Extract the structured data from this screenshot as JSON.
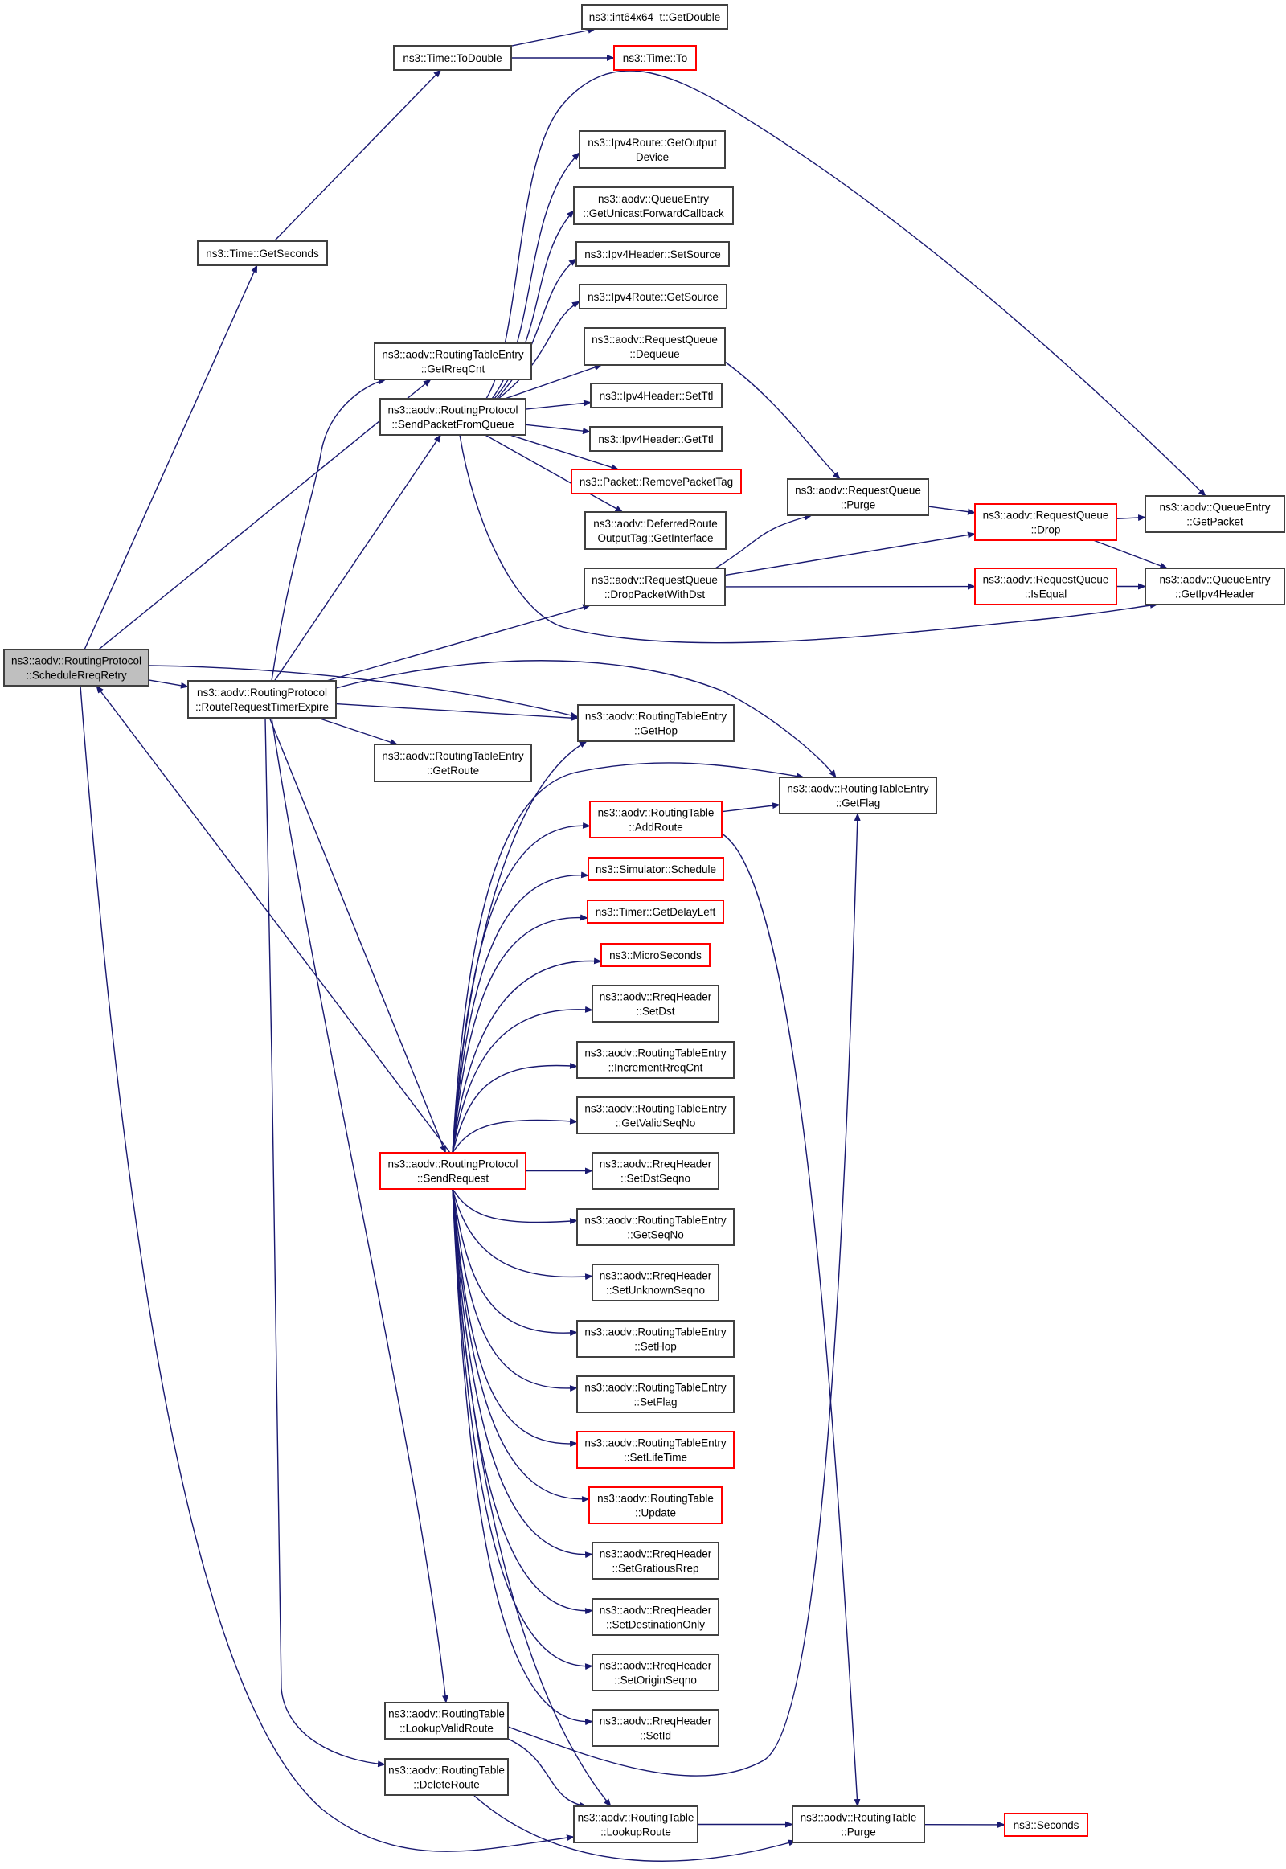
{
  "diagram": {
    "title": "Call graph of ns3::aodv::RoutingProtocol::ScheduleRreqRetry",
    "colors": {
      "edge": "#191970",
      "node_border_normal": "#404040",
      "node_border_truncated": "#ff0000",
      "root_fill": "#bfbfbf",
      "node_fill": "#ffffff"
    },
    "nodes": [
      {
        "id": "getdouble",
        "lines": [
          "ns3::int64x64_t::GetDouble"
        ],
        "kind": "normal"
      },
      {
        "id": "todouble",
        "lines": [
          "ns3::Time::ToDouble"
        ],
        "kind": "normal"
      },
      {
        "id": "timeto",
        "lines": [
          "ns3::Time::To"
        ],
        "kind": "truncated"
      },
      {
        "id": "getseconds",
        "lines": [
          "ns3::Time::GetSeconds"
        ],
        "kind": "normal"
      },
      {
        "id": "getoutputdevice",
        "lines": [
          "ns3::Ipv4Route::GetOutput",
          "Device"
        ],
        "kind": "normal"
      },
      {
        "id": "getunicastfwd",
        "lines": [
          "ns3::aodv::QueueEntry",
          "::GetUnicastForwardCallback"
        ],
        "kind": "normal"
      },
      {
        "id": "setsource",
        "lines": [
          "ns3::Ipv4Header::SetSource"
        ],
        "kind": "normal"
      },
      {
        "id": "getsource",
        "lines": [
          "ns3::Ipv4Route::GetSource"
        ],
        "kind": "normal"
      },
      {
        "id": "dequeue",
        "lines": [
          "ns3::aodv::RequestQueue",
          "::Dequeue"
        ],
        "kind": "normal"
      },
      {
        "id": "setttl",
        "lines": [
          "ns3::Ipv4Header::SetTtl"
        ],
        "kind": "normal"
      },
      {
        "id": "getttl",
        "lines": [
          "ns3::Ipv4Header::GetTtl"
        ],
        "kind": "normal"
      },
      {
        "id": "removepackettag",
        "lines": [
          "ns3::Packet::RemovePacketTag"
        ],
        "kind": "truncated"
      },
      {
        "id": "getinterface",
        "lines": [
          "ns3::aodv::DeferredRoute",
          "OutputTag::GetInterface"
        ],
        "kind": "normal"
      },
      {
        "id": "getrreqcnt",
        "lines": [
          "ns3::aodv::RoutingTableEntry",
          "::GetRreqCnt"
        ],
        "kind": "normal"
      },
      {
        "id": "sendpacketfromqueue",
        "lines": [
          "ns3::aodv::RoutingProtocol",
          "::SendPacketFromQueue"
        ],
        "kind": "normal"
      },
      {
        "id": "rqpurge",
        "lines": [
          "ns3::aodv::RequestQueue",
          "::Purge"
        ],
        "kind": "normal"
      },
      {
        "id": "rqdrop",
        "lines": [
          "ns3::aodv::RequestQueue",
          "::Drop"
        ],
        "kind": "truncated"
      },
      {
        "id": "getpacket",
        "lines": [
          "ns3::aodv::QueueEntry",
          "::GetPacket"
        ],
        "kind": "normal"
      },
      {
        "id": "droppacketwithdst",
        "lines": [
          "ns3::aodv::RequestQueue",
          "::DropPacketWithDst"
        ],
        "kind": "normal"
      },
      {
        "id": "isequal",
        "lines": [
          "ns3::aodv::RequestQueue",
          "::IsEqual"
        ],
        "kind": "truncated"
      },
      {
        "id": "getipv4header",
        "lines": [
          "ns3::aodv::QueueEntry",
          "::GetIpv4Header"
        ],
        "kind": "normal"
      },
      {
        "id": "schedulerreqretry",
        "lines": [
          "ns3::aodv::RoutingProtocol",
          "::ScheduleRreqRetry"
        ],
        "kind": "root"
      },
      {
        "id": "routerequesttimerexpire",
        "lines": [
          "ns3::aodv::RoutingProtocol",
          "::RouteRequestTimerExpire"
        ],
        "kind": "normal"
      },
      {
        "id": "gethop",
        "lines": [
          "ns3::aodv::RoutingTableEntry",
          "::GetHop"
        ],
        "kind": "normal"
      },
      {
        "id": "getroute",
        "lines": [
          "ns3::aodv::RoutingTableEntry",
          "::GetRoute"
        ],
        "kind": "normal"
      },
      {
        "id": "getflag",
        "lines": [
          "ns3::aodv::RoutingTableEntry",
          "::GetFlag"
        ],
        "kind": "normal"
      },
      {
        "id": "addroute",
        "lines": [
          "ns3::aodv::RoutingTable",
          "::AddRoute"
        ],
        "kind": "truncated"
      },
      {
        "id": "simschedule",
        "lines": [
          "ns3::Simulator::Schedule"
        ],
        "kind": "truncated"
      },
      {
        "id": "getdelayleft",
        "lines": [
          "ns3::Timer::GetDelayLeft"
        ],
        "kind": "truncated"
      },
      {
        "id": "microseconds",
        "lines": [
          "ns3::MicroSeconds"
        ],
        "kind": "truncated"
      },
      {
        "id": "setdst",
        "lines": [
          "ns3::aodv::RreqHeader",
          "::SetDst"
        ],
        "kind": "normal"
      },
      {
        "id": "incrementrreqcnt",
        "lines": [
          "ns3::aodv::RoutingTableEntry",
          "::IncrementRreqCnt"
        ],
        "kind": "normal"
      },
      {
        "id": "getvalidseqno",
        "lines": [
          "ns3::aodv::RoutingTableEntry",
          "::GetValidSeqNo"
        ],
        "kind": "normal"
      },
      {
        "id": "setdstseqno",
        "lines": [
          "ns3::aodv::RreqHeader",
          "::SetDstSeqno"
        ],
        "kind": "normal"
      },
      {
        "id": "getseqno",
        "lines": [
          "ns3::aodv::RoutingTableEntry",
          "::GetSeqNo"
        ],
        "kind": "normal"
      },
      {
        "id": "setunknownseqno",
        "lines": [
          "ns3::aodv::RreqHeader",
          "::SetUnknownSeqno"
        ],
        "kind": "normal"
      },
      {
        "id": "sethop",
        "lines": [
          "ns3::aodv::RoutingTableEntry",
          "::SetHop"
        ],
        "kind": "normal"
      },
      {
        "id": "setflag",
        "lines": [
          "ns3::aodv::RoutingTableEntry",
          "::SetFlag"
        ],
        "kind": "normal"
      },
      {
        "id": "setlifetime",
        "lines": [
          "ns3::aodv::RoutingTableEntry",
          "::SetLifeTime"
        ],
        "kind": "truncated"
      },
      {
        "id": "rtupdate",
        "lines": [
          "ns3::aodv::RoutingTable",
          "::Update"
        ],
        "kind": "truncated"
      },
      {
        "id": "setgratiousrrep",
        "lines": [
          "ns3::aodv::RreqHeader",
          "::SetGratiousRrep"
        ],
        "kind": "normal"
      },
      {
        "id": "setdestinationonly",
        "lines": [
          "ns3::aodv::RreqHeader",
          "::SetDestinationOnly"
        ],
        "kind": "normal"
      },
      {
        "id": "setoriginseqno",
        "lines": [
          "ns3::aodv::RreqHeader",
          "::SetOriginSeqno"
        ],
        "kind": "normal"
      },
      {
        "id": "setid",
        "lines": [
          "ns3::aodv::RreqHeader",
          "::SetId"
        ],
        "kind": "normal"
      },
      {
        "id": "sendrequest",
        "lines": [
          "ns3::aodv::RoutingProtocol",
          "::SendRequest"
        ],
        "kind": "truncated"
      },
      {
        "id": "lookupvalidroute",
        "lines": [
          "ns3::aodv::RoutingTable",
          "::LookupValidRoute"
        ],
        "kind": "normal"
      },
      {
        "id": "deleteroute",
        "lines": [
          "ns3::aodv::RoutingTable",
          "::DeleteRoute"
        ],
        "kind": "normal"
      },
      {
        "id": "lookuproute",
        "lines": [
          "ns3::aodv::RoutingTable",
          "::LookupRoute"
        ],
        "kind": "normal"
      },
      {
        "id": "rtpurge",
        "lines": [
          "ns3::aodv::RoutingTable",
          "::Purge"
        ],
        "kind": "normal"
      },
      {
        "id": "seconds",
        "lines": [
          "ns3::Seconds"
        ],
        "kind": "truncated"
      }
    ],
    "edges": [
      [
        "todouble",
        "getdouble"
      ],
      [
        "todouble",
        "timeto"
      ],
      [
        "getseconds",
        "todouble"
      ],
      [
        "schedulerreqretry",
        "getseconds"
      ],
      [
        "schedulerreqretry",
        "getrreqcnt"
      ],
      [
        "schedulerreqretry",
        "routerequesttimerexpire"
      ],
      [
        "schedulerreqretry",
        "gethop"
      ],
      [
        "schedulerreqretry",
        "lookuproute"
      ],
      [
        "routerequesttimerexpire",
        "getrreqcnt"
      ],
      [
        "routerequesttimerexpire",
        "sendpacketfromqueue"
      ],
      [
        "routerequesttimerexpire",
        "droppacketwithdst"
      ],
      [
        "routerequesttimerexpire",
        "getflag"
      ],
      [
        "routerequesttimerexpire",
        "gethop"
      ],
      [
        "routerequesttimerexpire",
        "getroute"
      ],
      [
        "routerequesttimerexpire",
        "sendrequest"
      ],
      [
        "routerequesttimerexpire",
        "lookupvalidroute"
      ],
      [
        "routerequesttimerexpire",
        "deleteroute"
      ],
      [
        "sendpacketfromqueue",
        "getpacket"
      ],
      [
        "sendpacketfromqueue",
        "getoutputdevice"
      ],
      [
        "sendpacketfromqueue",
        "getunicastfwd"
      ],
      [
        "sendpacketfromqueue",
        "setsource"
      ],
      [
        "sendpacketfromqueue",
        "getsource"
      ],
      [
        "sendpacketfromqueue",
        "dequeue"
      ],
      [
        "sendpacketfromqueue",
        "setttl"
      ],
      [
        "sendpacketfromqueue",
        "getttl"
      ],
      [
        "sendpacketfromqueue",
        "removepackettag"
      ],
      [
        "sendpacketfromqueue",
        "getinterface"
      ],
      [
        "sendpacketfromqueue",
        "getipv4header"
      ],
      [
        "dequeue",
        "rqpurge"
      ],
      [
        "rqpurge",
        "rqdrop"
      ],
      [
        "rqdrop",
        "getpacket"
      ],
      [
        "rqdrop",
        "getipv4header"
      ],
      [
        "droppacketwithdst",
        "rqpurge"
      ],
      [
        "droppacketwithdst",
        "rqdrop"
      ],
      [
        "droppacketwithdst",
        "isequal"
      ],
      [
        "isequal",
        "getipv4header"
      ],
      [
        "sendrequest",
        "schedulerreqretry"
      ],
      [
        "sendrequest",
        "gethop"
      ],
      [
        "sendrequest",
        "getflag"
      ],
      [
        "sendrequest",
        "addroute"
      ],
      [
        "sendrequest",
        "simschedule"
      ],
      [
        "sendrequest",
        "getdelayleft"
      ],
      [
        "sendrequest",
        "microseconds"
      ],
      [
        "sendrequest",
        "setdst"
      ],
      [
        "sendrequest",
        "incrementrreqcnt"
      ],
      [
        "sendrequest",
        "getvalidseqno"
      ],
      [
        "sendrequest",
        "setdstseqno"
      ],
      [
        "sendrequest",
        "getseqno"
      ],
      [
        "sendrequest",
        "setunknownseqno"
      ],
      [
        "sendrequest",
        "sethop"
      ],
      [
        "sendrequest",
        "setflag"
      ],
      [
        "sendrequest",
        "setlifetime"
      ],
      [
        "sendrequest",
        "rtupdate"
      ],
      [
        "sendrequest",
        "setgratiousrrep"
      ],
      [
        "sendrequest",
        "setdestinationonly"
      ],
      [
        "sendrequest",
        "setoriginseqno"
      ],
      [
        "sendrequest",
        "setid"
      ],
      [
        "sendrequest",
        "lookuproute"
      ],
      [
        "addroute",
        "getflag"
      ],
      [
        "addroute",
        "rtpurge"
      ],
      [
        "lookupvalidroute",
        "lookuproute"
      ],
      [
        "lookupvalidroute",
        "getflag"
      ],
      [
        "deleteroute",
        "rtpurge"
      ],
      [
        "lookuproute",
        "rtpurge"
      ],
      [
        "rtpurge",
        "seconds"
      ]
    ]
  }
}
